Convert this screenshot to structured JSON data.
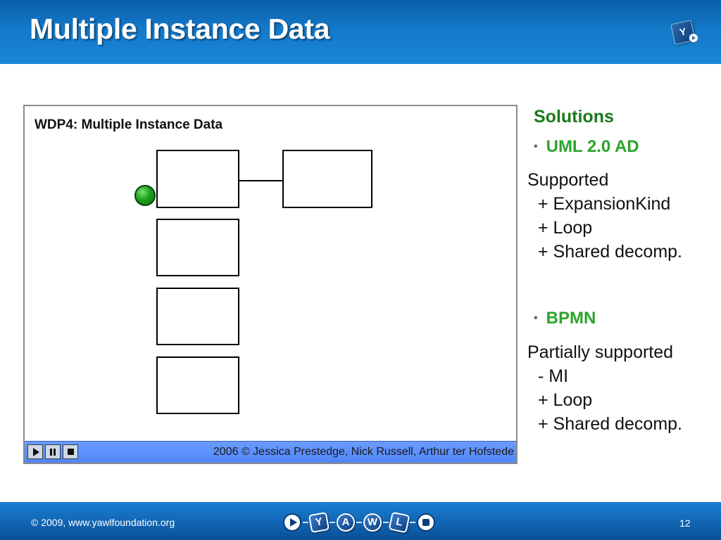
{
  "slide": {
    "title": "Multiple Instance Data",
    "page_number": "12"
  },
  "animation": {
    "title": "WDP4: Multiple Instance Data",
    "credit": "2006 © Jessica Prestedge, Nick Russell, Arthur ter Hofstede",
    "controls": [
      "play-icon",
      "pause-icon",
      "stop-icon"
    ]
  },
  "solutions": {
    "heading": "Solutions",
    "uml": {
      "label": "UML 2.0 AD",
      "status": "Supported",
      "items": [
        "+ ExpansionKind",
        "+ Loop",
        "+ Shared decomp."
      ]
    },
    "bpmn": {
      "label": "BPMN",
      "status": "Partially supported",
      "items": [
        "- MI",
        "+ Loop",
        "+ Shared decomp."
      ]
    }
  },
  "footer": {
    "copyright": "© 2009, www.yawlfoundation.org",
    "nav_letters": [
      "Y",
      "A",
      "W",
      "L"
    ]
  },
  "colors": {
    "header_blue": "#1479c9",
    "solutions_green": "#1a7a1a",
    "bullet_green": "#2aa52a",
    "control_bar_blue": "#4f86f7",
    "token_green": "#19a419"
  }
}
